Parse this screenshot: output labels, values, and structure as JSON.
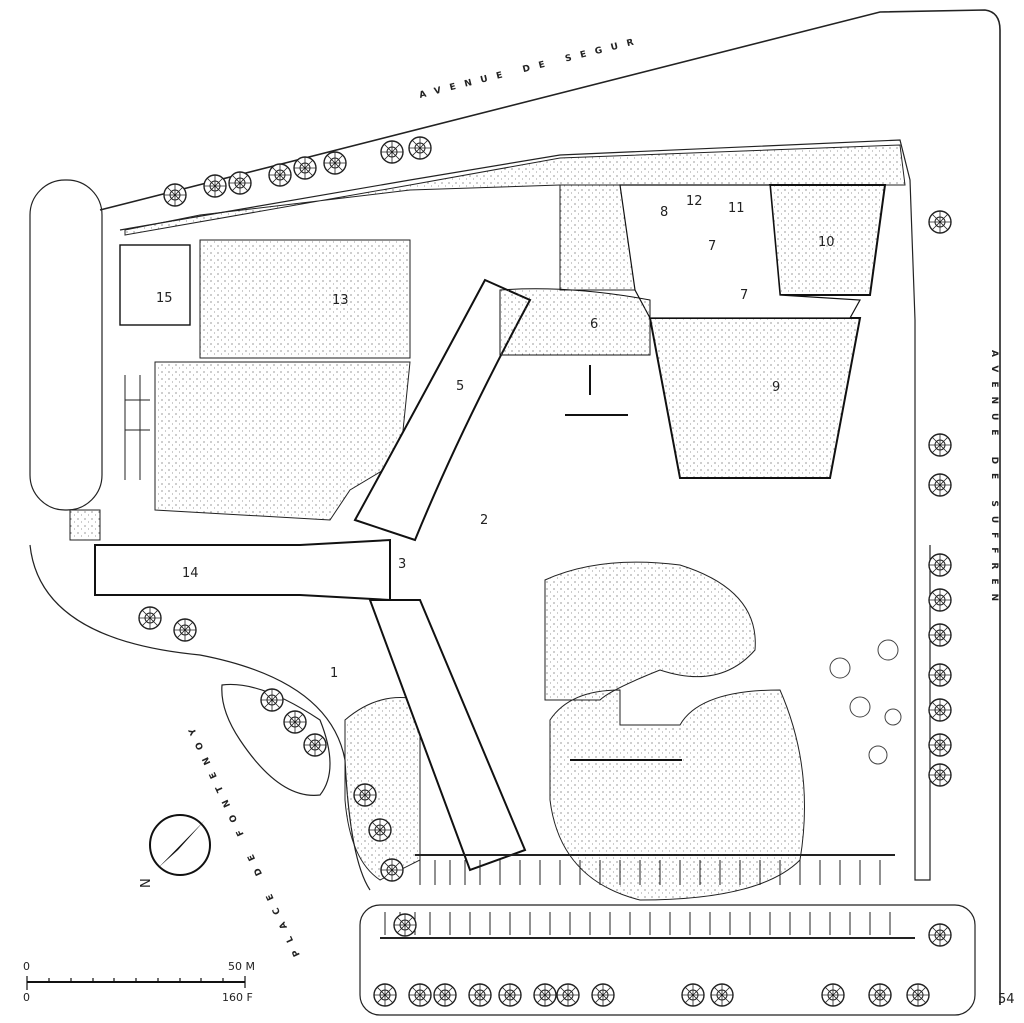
{
  "streets": {
    "north": "AVENUE DE SEGUR",
    "east": "AVENUE DE SUFFREN",
    "southwest": "PLACE DE FONTENOY"
  },
  "area_labels": [
    "1",
    "2",
    "3",
    "5",
    "6",
    "7",
    "7",
    "8",
    "9",
    "10",
    "11",
    "12",
    "13",
    "14",
    "15"
  ],
  "north_arrow": {
    "label": "N"
  },
  "scale_bar": {
    "metric_start": "0",
    "metric_end": "50 M",
    "imperial_start": "0",
    "imperial_end": "160 F"
  },
  "page_number": "54",
  "colors": {
    "ink": "#222222",
    "paper": "#ffffff"
  }
}
